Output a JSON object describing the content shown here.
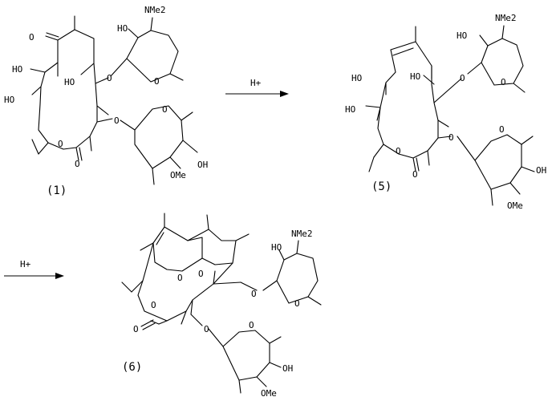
{
  "scheme": {
    "reagent_1": "H+",
    "reagent_2": "H+",
    "labels": {
      "c1": "(1)",
      "c5": "(5)",
      "c6": "(6)"
    },
    "atoms": {
      "o": "O",
      "ho": "HO",
      "oh": "OH",
      "ome": "OMe",
      "nme2": "NMe2"
    }
  }
}
